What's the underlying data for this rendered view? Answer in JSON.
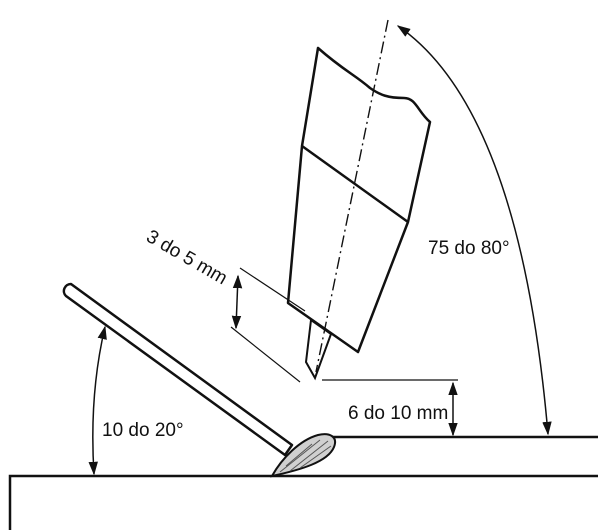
{
  "labels": {
    "stickout": "3 do 5 mm",
    "torch_angle": "75 do 80°",
    "rod_angle": "10 do 20°",
    "gap": "6 do 10 mm"
  }
}
